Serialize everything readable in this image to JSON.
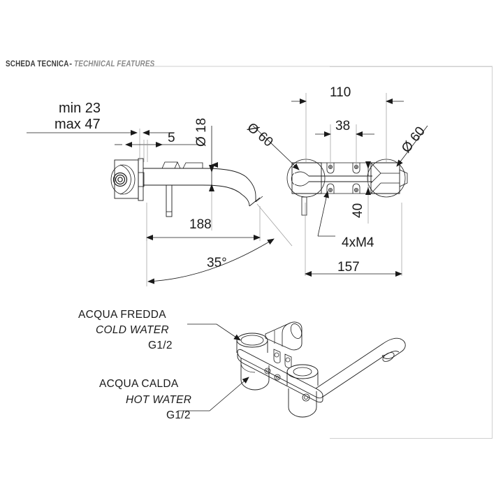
{
  "header": {
    "title": "SCHEDA TECNICA",
    "separator": "-",
    "subtitle": "TECHNICAL FEATURES"
  },
  "side_view": {
    "wall_thickness_min": "min 23",
    "wall_thickness_max": "max 47",
    "plate_thickness": "5",
    "spout_diameter": "Ø 18",
    "spout_projection": "188",
    "spout_angle": "35°"
  },
  "front_view": {
    "overall_centers": "110",
    "inner_screw_centers": "38",
    "flange_diameter_left": "Ø 60",
    "flange_diameter_right": "Ø 60",
    "screw_offset": "40",
    "screw_callout": "4xM4",
    "overall_width": "157"
  },
  "iso_view": {
    "cold": {
      "it": "ACQUA FREDDA",
      "en": "COLD WATER",
      "thread": "G1/2"
    },
    "hot": {
      "it": "ACQUA CALDA",
      "en": "HOT WATER",
      "thread": "G1/2"
    }
  },
  "colors": {
    "line": "#1a1a1a",
    "dim_line": "#555555",
    "frame": "#cfcfcf",
    "title": "#3b3b3b",
    "subtitle": "#8a8a8a"
  }
}
